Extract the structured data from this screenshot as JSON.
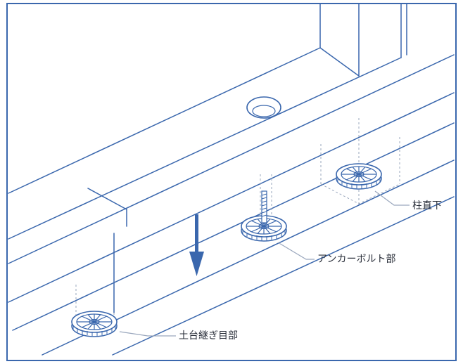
{
  "diagram": {
    "colors": {
      "line": "#3a67ad",
      "dash": "#9aa7bd",
      "arrow": "#3a67ad",
      "text": "#2a2f3a",
      "fill": "#ffffff"
    },
    "labels": {
      "column": "柱直下",
      "anchor_bolt": "アンカーボルト部",
      "sill_joint": "土台継ぎ目部"
    },
    "icons": [
      "down-arrow-icon",
      "anchor-bolt-icon"
    ]
  }
}
